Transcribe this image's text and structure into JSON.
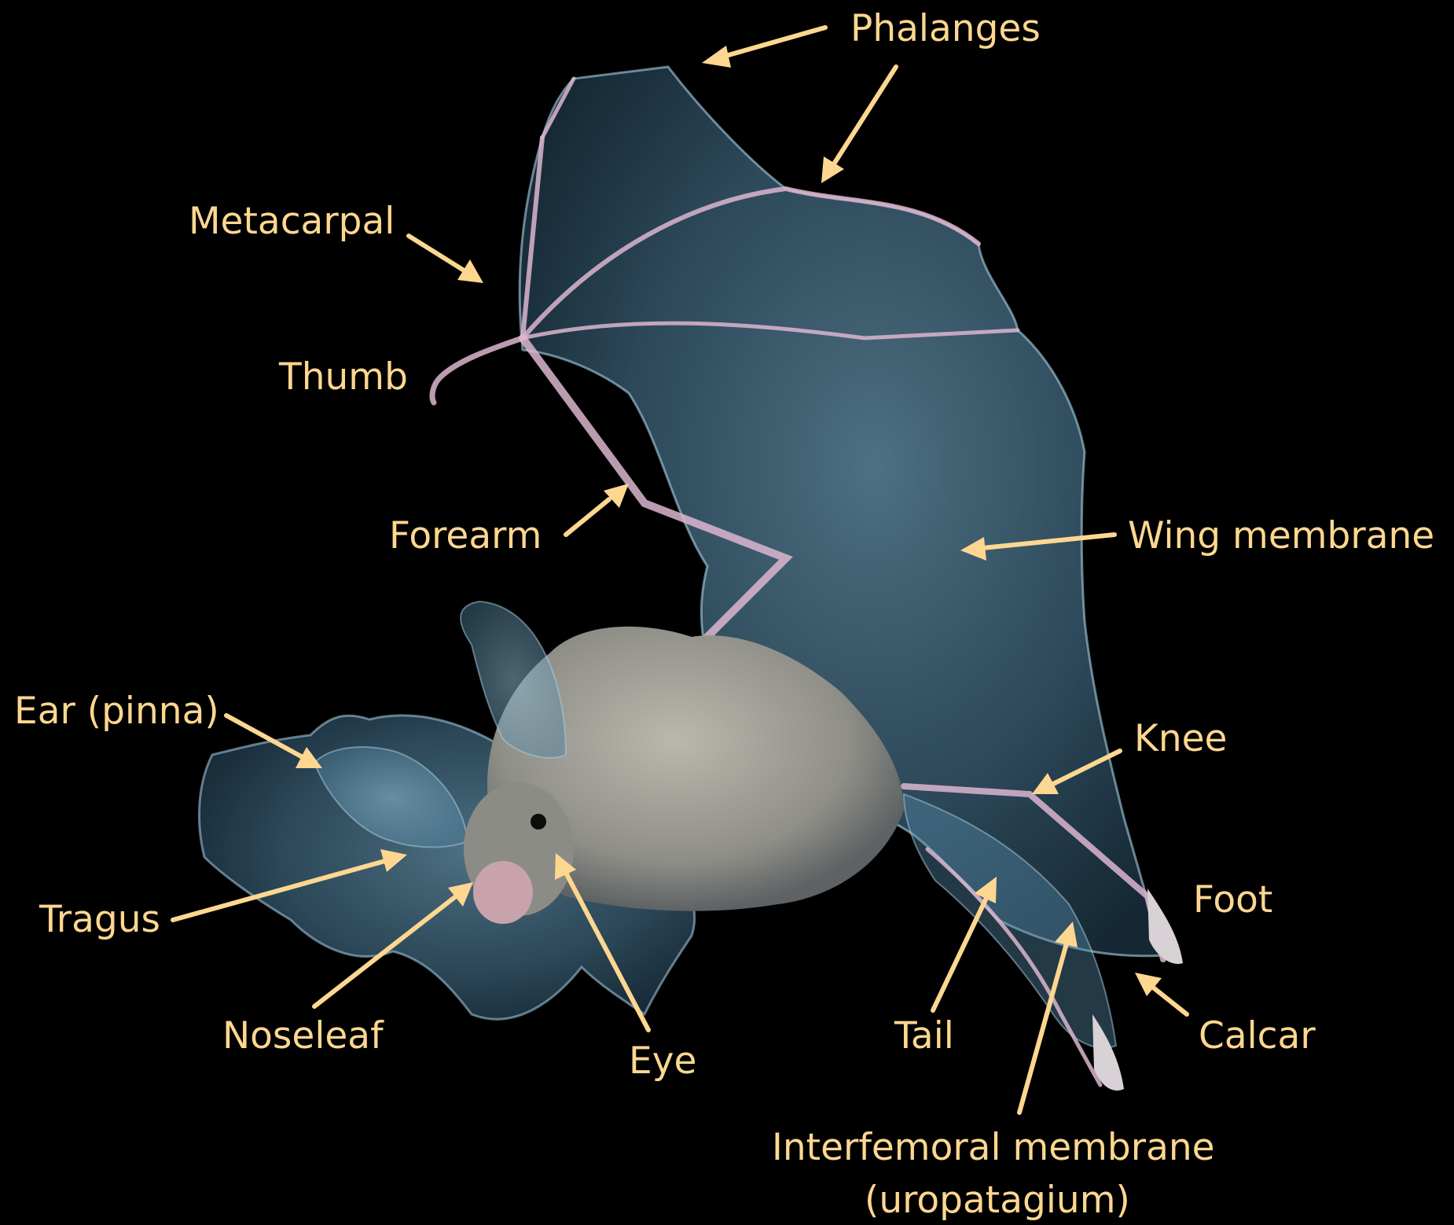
{
  "colors": {
    "background": "#000000",
    "annotation": "#fdd790",
    "membrane": "#6fa8c8",
    "fur": "#9a9a92",
    "bone": "#d9a5c4"
  },
  "labels": {
    "phalanges": "Phalanges",
    "metacarpal": "Metacarpal",
    "thumb": "Thumb",
    "forearm": "Forearm",
    "wing_membrane": "Wing membrane",
    "ear": "Ear (pinna)",
    "knee": "Knee",
    "tragus": "Tragus",
    "foot": "Foot",
    "noseleaf": "Noseleaf",
    "eye": "Eye",
    "tail": "Tail",
    "calcar": "Calcar",
    "interfemoral_line1": "Interfemoral membrane",
    "interfemoral_line2": "(uropatagium)"
  }
}
